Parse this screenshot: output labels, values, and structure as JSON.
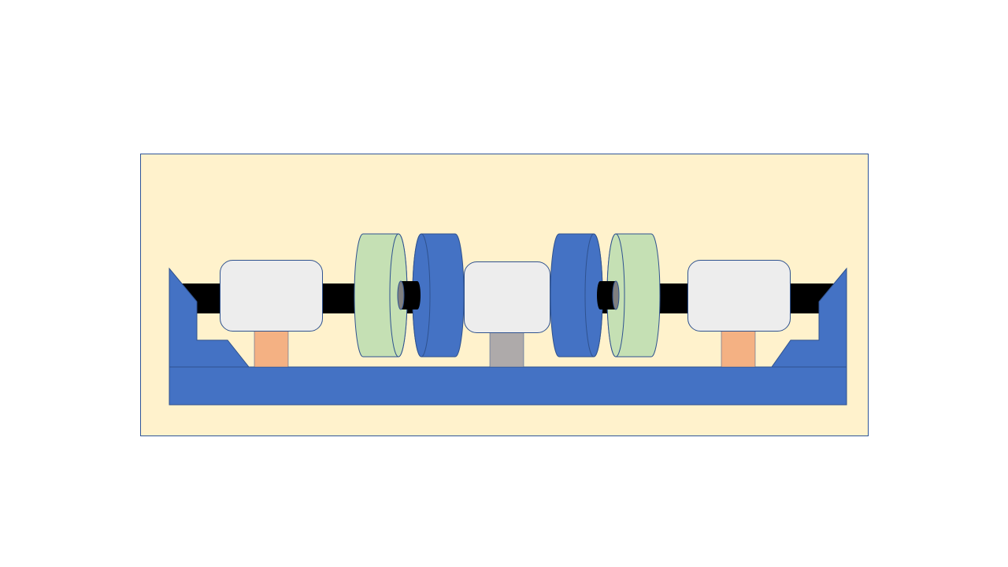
{
  "diagram": {
    "kind": "mechanical-shaft-assembly",
    "components": [
      "base-frame",
      "left-bracket",
      "right-bracket",
      "shaft",
      "left-bearing-block",
      "center-bearing-block",
      "right-bearing-block",
      "left-support-post",
      "center-support-post",
      "right-support-post",
      "left-green-disc",
      "left-blue-disc",
      "right-blue-disc",
      "right-green-disc",
      "left-coupling",
      "right-coupling"
    ]
  },
  "colors": {
    "panel_fill": "#fff2cc",
    "panel_stroke": "#2f5597",
    "frame": "#4472c4",
    "frame_stroke": "#2f528f",
    "shaft": "#000000",
    "block": "#ededed",
    "block_stroke": "#2f528f",
    "post_orange": "#f4b183",
    "post_gray": "#aeaaaa",
    "disc_green": "#c5e0b4",
    "disc_green_stroke": "#548235",
    "disc_blue": "#4472c4"
  }
}
